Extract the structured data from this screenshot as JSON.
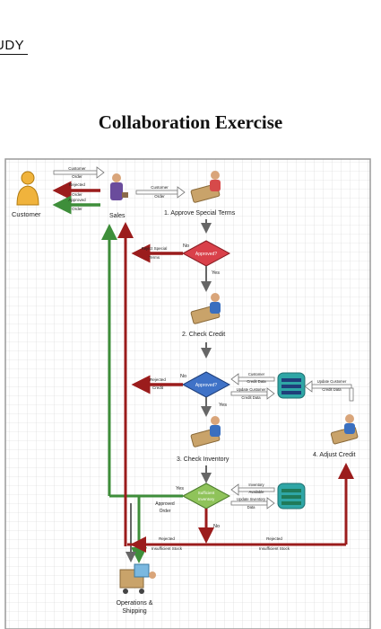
{
  "header": {
    "tag": "UDY"
  },
  "slide": {
    "title": "Collaboration Exercise"
  },
  "actors": {
    "customer": "Customer",
    "sales": "Sales",
    "operations_line1": "Operations &",
    "operations_line2": "Shipping"
  },
  "messages": {
    "customer_order_1": "Customer",
    "customer_order_2": "Order",
    "rejected_order_1": "Rejected",
    "rejected_order_2": "Order",
    "approved_order_1": "Approved",
    "approved_order_2": "Order",
    "customer_order_b_1": "Customer",
    "customer_order_b_2": "Order",
    "reject_special_terms_1": "Reject Special",
    "reject_special_terms_2": "Terms",
    "rejected_credit_1": "Rejected",
    "rejected_credit_2": "Credit",
    "customer_credit_data_1": "Customer",
    "customer_credit_data_2": "Credit Data",
    "update_customer_credit_data_1": "Update Customer",
    "update_customer_credit_data_2": "Credit Data",
    "update_customer_credit_data_r_1": "Update Customer",
    "update_customer_credit_data_r_2": "Credit Data",
    "inventory_available_1": "Inventory",
    "inventory_available_2": "Available",
    "update_inventory_data_1": "Update Inventory",
    "update_inventory_data_2": "Data",
    "approved_order_out_1": "Approved",
    "approved_order_out_2": "Order",
    "rejected_insufficient_stock_left_1": "Rejected",
    "rejected_insufficient_stock_left_2": "Insufficient Stock",
    "rejected_insufficient_stock_right_1": "Rejected",
    "rejected_insufficient_stock_right_2": "Insufficient Stock"
  },
  "steps": {
    "s1": "1. Approve Special Terms",
    "s2": "2. Check Credit",
    "s3": "3. Check Inventory",
    "s4": "4. Adjust Credit"
  },
  "decisions": {
    "d1": "Approved?",
    "d2": "Approved?",
    "d3_1": "Sufficient",
    "d3_2": "Inventory"
  },
  "branches": {
    "d1_no": "No",
    "d1_yes": "Yes",
    "d2_no": "No",
    "d2_yes": "Yes",
    "d3_yes": "Yes",
    "d3_no": "No"
  },
  "colors": {
    "reject": "#9b1c1c",
    "approve": "#3e8e3a",
    "grid": "#cfcfcf",
    "decision1": "#d9404a",
    "decision2": "#3f72c7",
    "decision3": "#8fc35a",
    "database": "#2fa6a6"
  }
}
